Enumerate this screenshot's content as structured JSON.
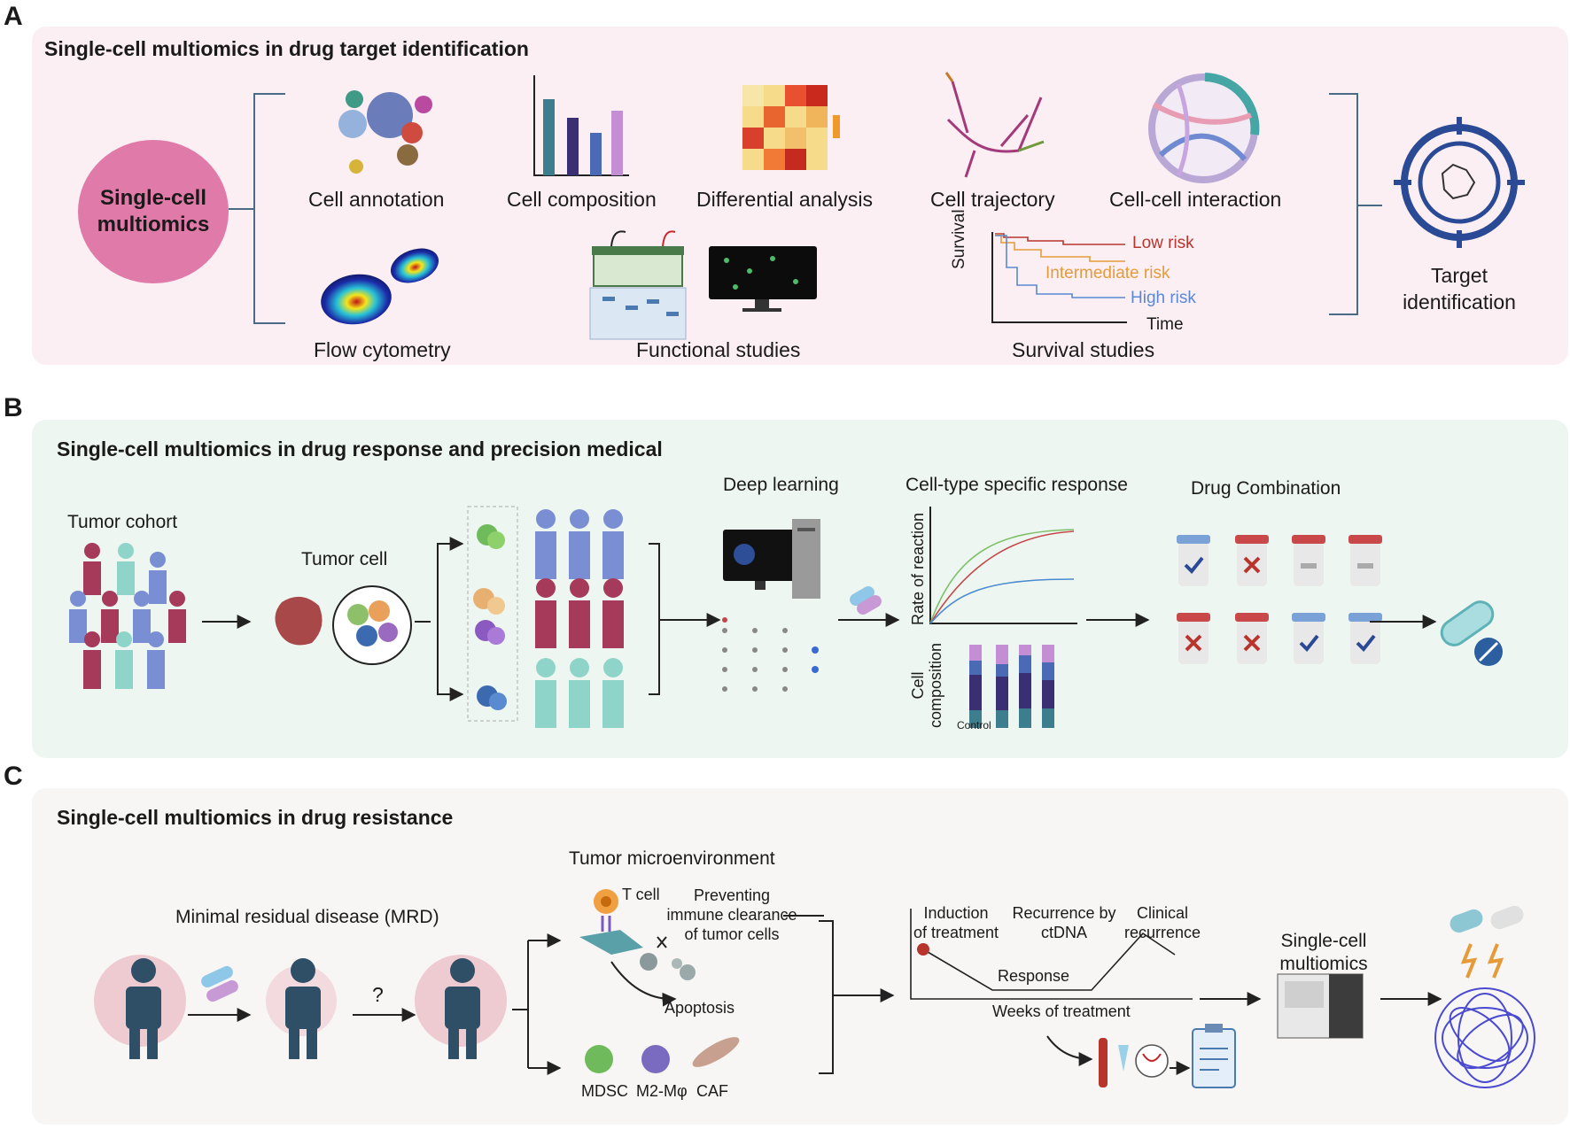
{
  "panel_a": {
    "letter": "A",
    "title": "Single-cell multiomics in drug target identification",
    "center_line1": "Single-cell",
    "center_line2": "multiomics",
    "items": {
      "cell_annotation": "Cell annotation",
      "cell_composition": "Cell composition",
      "differential_analysis": "Differential analysis",
      "cell_trajectory": "Cell trajectory",
      "cell_cell_interaction": "Cell-cell interaction",
      "flow_cytometry": "Flow cytometry",
      "functional_studies": "Functional studies",
      "survival_studies": "Survival studies"
    },
    "survival": {
      "ylabel": "Survival",
      "xlabel": "Time",
      "low": "Low risk",
      "intermediate": "Intermediate risk",
      "high": "High risk"
    },
    "target_line1": "Target",
    "target_line2": "identification",
    "colors": {
      "panel_bg": "#fbeff3",
      "bubble": "#e07aa8"
    }
  },
  "panel_b": {
    "letter": "B",
    "title": "Single-cell multiomics in drug response and precision medical",
    "tumor_cohort": "Tumor cohort",
    "tumor_cell": "Tumor cell",
    "deep_learning": "Deep learning",
    "cell_type_response": "Cell-type specific response",
    "rate_of_reaction": "Rate of reaction",
    "cell_composition_line1": "Cell",
    "cell_composition_line2": "composition",
    "control": "Control",
    "drug_combination": "Drug Combination",
    "colors": {
      "panel_bg": "#eef6f1"
    }
  },
  "panel_c": {
    "letter": "C",
    "title": "Single-cell multiomics in drug resistance",
    "mrd": "Minimal residual disease (MRD)",
    "question": "?",
    "tme": "Tumor microenvironment",
    "t_cell": "T cell",
    "preventing_1": "Preventing",
    "preventing_2": "immune clearance",
    "preventing_3": "of tumor cells",
    "apoptosis": "Apoptosis",
    "mdsc": "MDSC",
    "m2": "M2-Mφ",
    "caf": "CAF",
    "induction_1": "Induction",
    "induction_2": "of treatment",
    "recurrence_1": "Recurrence by",
    "recurrence_2": "ctDNA",
    "clinical_1": "Clinical",
    "clinical_2": "recurrence",
    "response": "Response",
    "weeks": "Weeks of treatment",
    "sc_line1": "Single-cell",
    "sc_line2": "multiomics",
    "colors": {
      "panel_bg": "#f7f6f4"
    }
  }
}
